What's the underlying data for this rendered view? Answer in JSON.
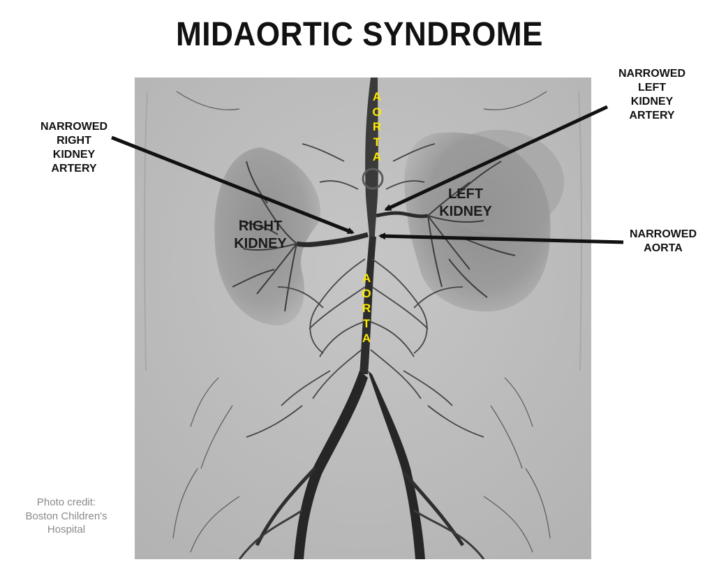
{
  "title": "MIDAORTIC SYNDROME",
  "labels": {
    "narrowed_right_kidney_artery": [
      "NARROWED",
      "RIGHT",
      "KIDNEY",
      "ARTERY"
    ],
    "narrowed_left_kidney_artery": [
      "NARROWED",
      "LEFT",
      "KIDNEY",
      "ARTERY"
    ],
    "narrowed_aorta": [
      "NARROWED",
      "AORTA"
    ],
    "right_kidney": [
      "RIGHT",
      "KIDNEY"
    ],
    "left_kidney": [
      "LEFT",
      "KIDNEY"
    ]
  },
  "aorta_upper": [
    "A",
    "O",
    "R",
    "T",
    "A"
  ],
  "aorta_lower": [
    "A",
    "O",
    "R",
    "T",
    "A"
  ],
  "credit": [
    "Photo credit:",
    "Boston Children's",
    "Hospital"
  ],
  "colors": {
    "aorta_letters": "#ffea00",
    "angio_background": "#bdbdbd",
    "vessel": "#2a2a2a",
    "arrow": "#111111"
  }
}
